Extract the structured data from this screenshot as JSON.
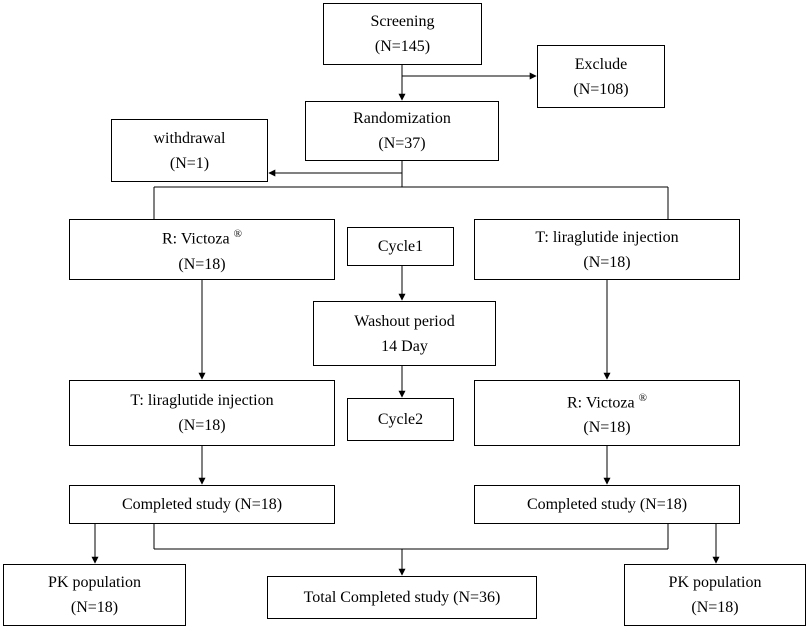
{
  "nodes": {
    "screening": {
      "line1": "Screening",
      "line2": "(N=145)"
    },
    "exclude": {
      "line1": "Exclude",
      "line2": "(N=108)"
    },
    "randomization": {
      "line1": "Randomization",
      "line2": "(N=37)"
    },
    "withdrawal": {
      "line1": "withdrawal",
      "line2": "(N=1)"
    },
    "r_victoza_top": {
      "line1": "R: Victoza",
      "mark": "®",
      "line2": "(N=18)"
    },
    "cycle1": {
      "line1": "Cycle1"
    },
    "t_lira_top": {
      "line1": "T: liraglutide injection",
      "line2": "(N=18)"
    },
    "washout": {
      "line1": "Washout period",
      "line2": "14 Day"
    },
    "t_lira_bottom": {
      "line1": "T: liraglutide injection",
      "line2": "(N=18)"
    },
    "cycle2": {
      "line1": "Cycle2"
    },
    "r_victoza_bottom": {
      "line1": "R: Victoza",
      "mark": "®",
      "line2": "(N=18)"
    },
    "completed_left": {
      "line1": "Completed study (N=18)"
    },
    "completed_right": {
      "line1": "Completed study (N=18)"
    },
    "pk_left": {
      "line1": "PK population",
      "line2": "(N=18)"
    },
    "total": {
      "line1": "Total Completed study (N=36)"
    },
    "pk_right": {
      "line1": "PK population",
      "line2": "(N=18)"
    }
  }
}
